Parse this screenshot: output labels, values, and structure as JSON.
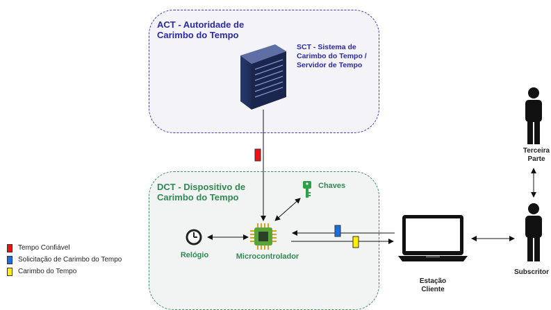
{
  "act": {
    "title": "ACT - Autoridade de\nCarimbo do Tempo",
    "server_label": "SCT - Sistema de\nCarimbo do Tempo /\nServidor de Tempo",
    "server_icon": "server-tower-icon"
  },
  "dct": {
    "title": "DCT - Dispositivo de\nCarimbo do Tempo",
    "keys_label": "Chaves",
    "clock_label": "Relógio",
    "micro_label": "Microcontrolador"
  },
  "client": {
    "label": "Estação\nCliente",
    "icon": "laptop-icon"
  },
  "third_party": {
    "label": "Terceira\nParte",
    "icon": "person-icon"
  },
  "subscriber": {
    "label": "Subscritor",
    "icon": "person-icon"
  },
  "legend": [
    {
      "label": "Tempo Confiável",
      "color": "#ee1111"
    },
    {
      "label": "Solicitação de Carimbo do Tempo",
      "color": "#1a6fe0"
    },
    {
      "label": "Carimbo do Tempo",
      "color": "#ffee00"
    }
  ],
  "colors": {
    "act": "#2a2aa8",
    "dct": "#2f8a52",
    "key": "#2ea04a"
  }
}
